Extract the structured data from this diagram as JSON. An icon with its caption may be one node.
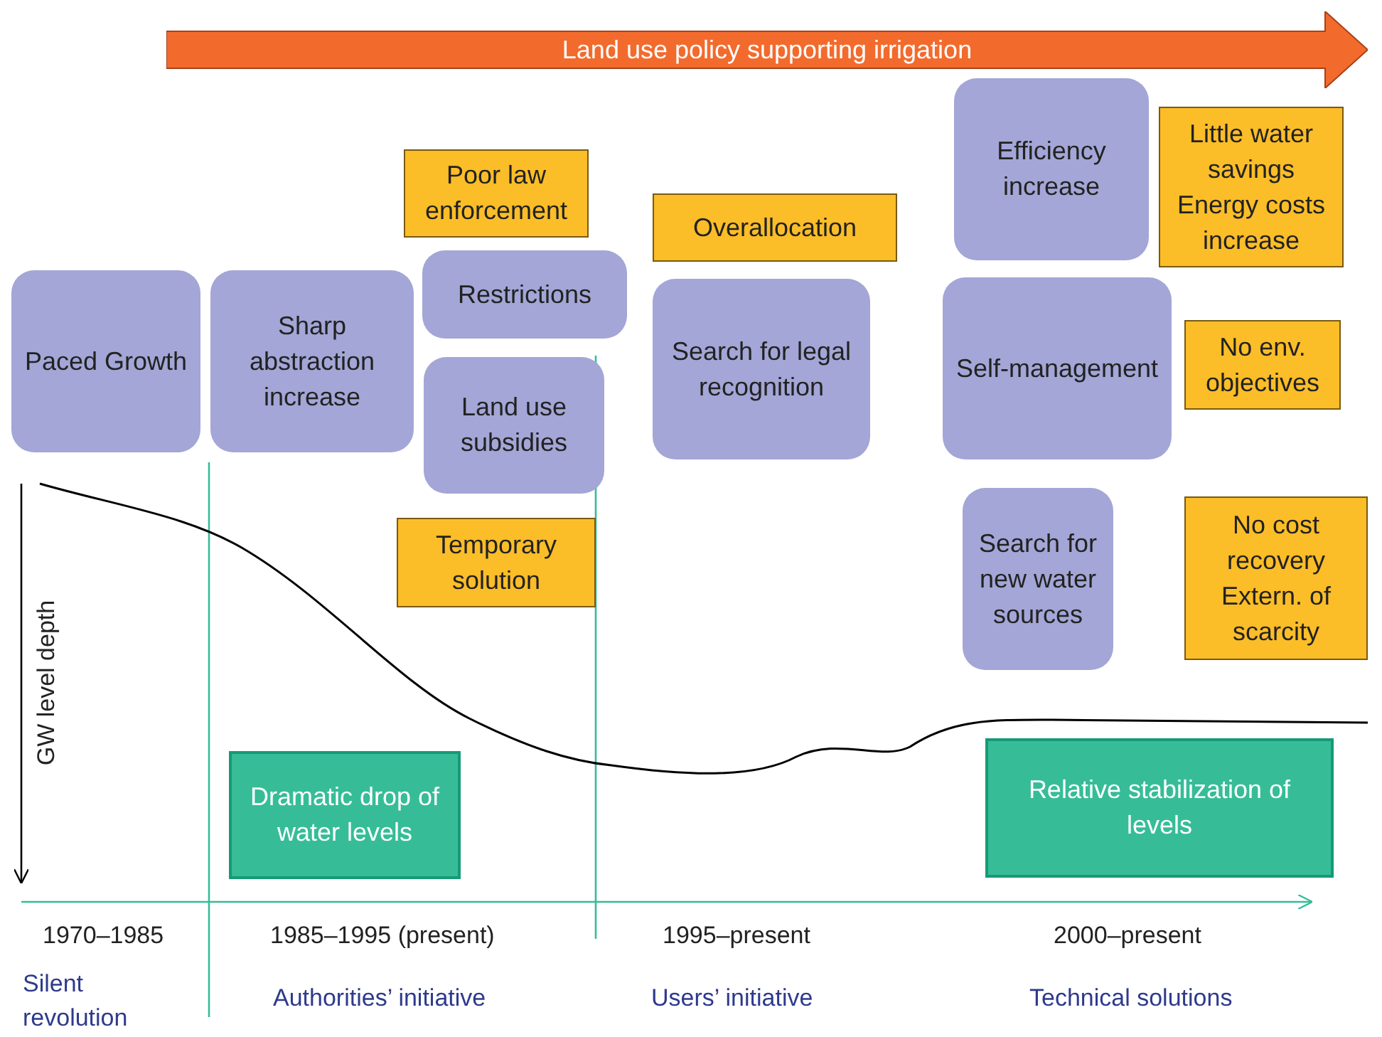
{
  "diagram": {
    "nodes": [
      {
        "text": [
          "Land use policy supporting irrigation"
        ]
      },
      {
        "text": [
          "Efficiency increase"
        ]
      },
      {
        "text": [
          "Little water savings Energy costs increase"
        ]
      },
      {
        "text": [
          "Poor law enforcement"
        ]
      },
      {
        "text": [
          "Overallocation"
        ]
      },
      {
        "text": [
          "Paced Growth"
        ]
      },
      {
        "text": [
          "Sharp abstraction increase"
        ]
      },
      {
        "text": [
          "Restrictions"
        ]
      },
      {
        "text": [
          "Self-management"
        ]
      },
      {
        "text": [
          "No env. objectives"
        ]
      },
      {
        "text": [
          "Search for legal recognition"
        ]
      },
      {
        "text": [
          "Land use subsidies"
        ]
      },
      {
        "text": [
          "Temporary solution"
        ]
      },
      {
        "text": [
          "Search for new water sources"
        ]
      },
      {
        "text": [
          "No cost recovery Extern. of scarcity"
        ]
      },
      {
        "text": [
          "Dramatic drop of water levels"
        ]
      },
      {
        "text": [
          "Relative stabilization of levels"
        ]
      }
    ],
    "edges": [],
    "labels": [
      "GW level depth",
      "1970–1985",
      "1985–1995 (present)",
      "1995–present",
      "2000–present",
      "Silent revolution",
      "Authorities’ initiative",
      "Users’ initiative",
      "Technical solutions"
    ]
  }
}
